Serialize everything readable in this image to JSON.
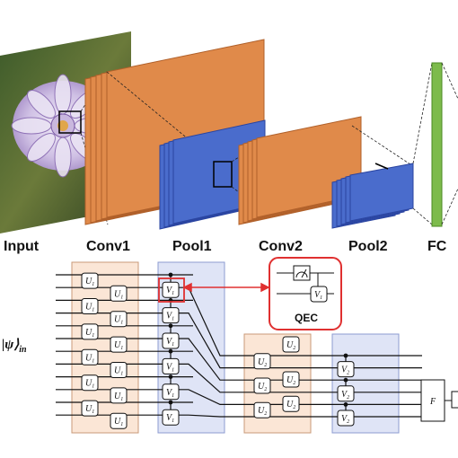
{
  "stages": {
    "input": "Input",
    "conv1": "Conv1",
    "pool1": "Pool1",
    "conv2": "Conv2",
    "pool2": "Pool2",
    "fc": "FC"
  },
  "circuit": {
    "input_state": "|ψ⟩",
    "input_state_sub": "in",
    "conv1_gate": {
      "base": "U",
      "sub": "1"
    },
    "pool1_gate": {
      "base": "V",
      "sub": "1"
    },
    "conv2_gate": {
      "base": "U",
      "sub": "2"
    },
    "pool2_gate": {
      "base": "V",
      "sub": "2"
    },
    "fc_gate": "F",
    "qec_label": "QEC",
    "qec_gate": {
      "base": "V",
      "sub": "1"
    }
  },
  "colors": {
    "conv": "#e08a4a",
    "conv_edge": "#b0602a",
    "pool": "#4a6ccc",
    "pool_edge": "#2a44a0",
    "fc": "#7dbb4c",
    "conv_region": "#fbe6d6",
    "pool_region": "#dfe4f6",
    "qec_highlight": "#e03030"
  },
  "icons": [
    "flower-image",
    "meter-icon"
  ]
}
